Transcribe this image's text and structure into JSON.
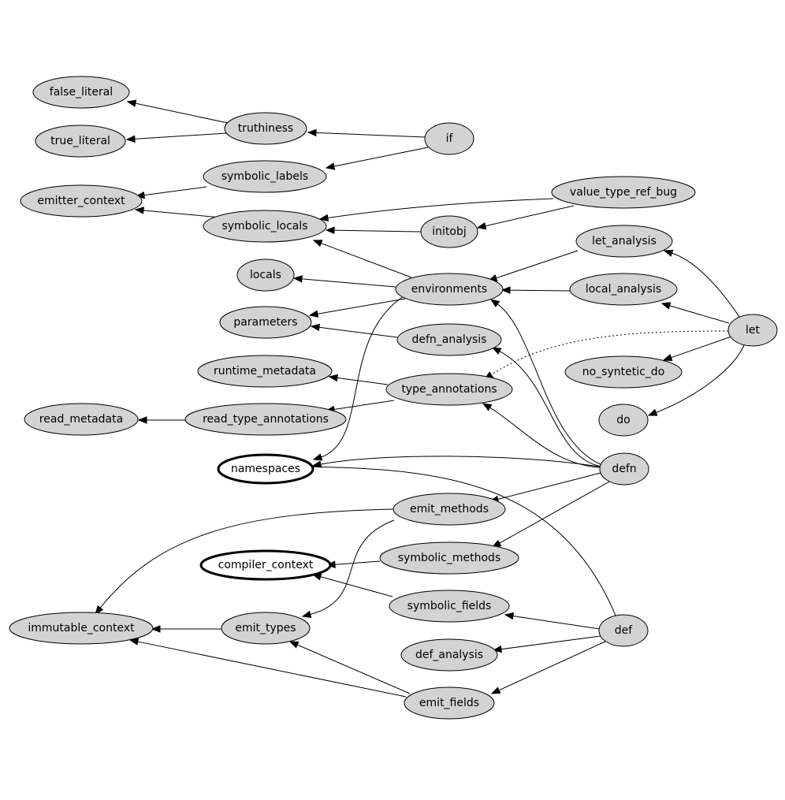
{
  "nodes": [
    {
      "id": "false_literal",
      "label": "false_literal",
      "style": "filled"
    },
    {
      "id": "true_literal",
      "label": "true_literal",
      "style": "filled"
    },
    {
      "id": "truthiness",
      "label": "truthiness",
      "style": "filled"
    },
    {
      "id": "if",
      "label": "if",
      "style": "filled"
    },
    {
      "id": "symbolic_labels",
      "label": "symbolic_labels",
      "style": "filled"
    },
    {
      "id": "emitter_context",
      "label": "emitter_context",
      "style": "filled"
    },
    {
      "id": "value_type_ref_bug",
      "label": "value_type_ref_bug",
      "style": "filled"
    },
    {
      "id": "symbolic_locals",
      "label": "symbolic_locals",
      "style": "filled"
    },
    {
      "id": "initobj",
      "label": "initobj",
      "style": "filled"
    },
    {
      "id": "let_analysis",
      "label": "let_analysis",
      "style": "filled"
    },
    {
      "id": "locals",
      "label": "locals",
      "style": "filled"
    },
    {
      "id": "environments",
      "label": "environments",
      "style": "filled"
    },
    {
      "id": "local_analysis",
      "label": "local_analysis",
      "style": "filled"
    },
    {
      "id": "parameters",
      "label": "parameters",
      "style": "filled"
    },
    {
      "id": "defn_analysis",
      "label": "defn_analysis",
      "style": "filled"
    },
    {
      "id": "let",
      "label": "let",
      "style": "filled"
    },
    {
      "id": "runtime_metadata",
      "label": "runtime_metadata",
      "style": "filled"
    },
    {
      "id": "type_annotations",
      "label": "type_annotations",
      "style": "filled"
    },
    {
      "id": "no_syntetic_do",
      "label": "no_syntetic_do",
      "style": "filled"
    },
    {
      "id": "read_metadata",
      "label": "read_metadata",
      "style": "filled"
    },
    {
      "id": "read_type_annotations",
      "label": "read_type_annotations",
      "style": "filled"
    },
    {
      "id": "do",
      "label": "do",
      "style": "filled"
    },
    {
      "id": "namespaces",
      "label": "namespaces",
      "style": "bold"
    },
    {
      "id": "defn",
      "label": "defn",
      "style": "filled"
    },
    {
      "id": "emit_methods",
      "label": "emit_methods",
      "style": "filled"
    },
    {
      "id": "compiler_context",
      "label": "compiler_context",
      "style": "bold"
    },
    {
      "id": "symbolic_methods",
      "label": "symbolic_methods",
      "style": "filled"
    },
    {
      "id": "symbolic_fields",
      "label": "symbolic_fields",
      "style": "filled"
    },
    {
      "id": "immutable_context",
      "label": "immutable_context",
      "style": "filled"
    },
    {
      "id": "emit_types",
      "label": "emit_types",
      "style": "filled"
    },
    {
      "id": "def",
      "label": "def",
      "style": "filled"
    },
    {
      "id": "def_analysis",
      "label": "def_analysis",
      "style": "filled"
    },
    {
      "id": "emit_fields",
      "label": "emit_fields",
      "style": "filled"
    }
  ],
  "edges": [
    {
      "from": "truthiness",
      "to": "false_literal",
      "style": "solid"
    },
    {
      "from": "truthiness",
      "to": "true_literal",
      "style": "solid"
    },
    {
      "from": "if",
      "to": "truthiness",
      "style": "solid"
    },
    {
      "from": "if",
      "to": "symbolic_labels",
      "style": "solid"
    },
    {
      "from": "symbolic_labels",
      "to": "emitter_context",
      "style": "solid"
    },
    {
      "from": "symbolic_locals",
      "to": "emitter_context",
      "style": "solid"
    },
    {
      "from": "value_type_ref_bug",
      "to": "symbolic_locals",
      "style": "solid"
    },
    {
      "from": "value_type_ref_bug",
      "to": "initobj",
      "style": "solid"
    },
    {
      "from": "initobj",
      "to": "symbolic_locals",
      "style": "solid"
    },
    {
      "from": "environments",
      "to": "symbolic_locals",
      "style": "solid"
    },
    {
      "from": "environments",
      "to": "locals",
      "style": "solid"
    },
    {
      "from": "environments",
      "to": "parameters",
      "style": "solid"
    },
    {
      "from": "environments",
      "to": "namespaces",
      "style": "solid"
    },
    {
      "from": "let_analysis",
      "to": "environments",
      "style": "solid"
    },
    {
      "from": "local_analysis",
      "to": "environments",
      "style": "solid"
    },
    {
      "from": "defn_analysis",
      "to": "parameters",
      "style": "solid"
    },
    {
      "from": "let",
      "to": "let_analysis",
      "style": "solid"
    },
    {
      "from": "let",
      "to": "local_analysis",
      "style": "solid"
    },
    {
      "from": "let",
      "to": "type_annotations",
      "style": "dotted"
    },
    {
      "from": "let",
      "to": "no_syntetic_do",
      "style": "solid"
    },
    {
      "from": "let",
      "to": "do",
      "style": "solid"
    },
    {
      "from": "type_annotations",
      "to": "runtime_metadata",
      "style": "solid"
    },
    {
      "from": "type_annotations",
      "to": "read_type_annotations",
      "style": "solid"
    },
    {
      "from": "read_type_annotations",
      "to": "read_metadata",
      "style": "solid"
    },
    {
      "from": "defn",
      "to": "environments",
      "style": "solid"
    },
    {
      "from": "defn",
      "to": "defn_analysis",
      "style": "solid"
    },
    {
      "from": "defn",
      "to": "type_annotations",
      "style": "solid"
    },
    {
      "from": "defn",
      "to": "namespaces",
      "style": "solid"
    },
    {
      "from": "defn",
      "to": "emit_methods",
      "style": "solid"
    },
    {
      "from": "defn",
      "to": "symbolic_methods",
      "style": "solid"
    },
    {
      "from": "def",
      "to": "namespaces",
      "style": "solid"
    },
    {
      "from": "def",
      "to": "symbolic_fields",
      "style": "solid"
    },
    {
      "from": "def",
      "to": "def_analysis",
      "style": "solid"
    },
    {
      "from": "def",
      "to": "emit_fields",
      "style": "solid"
    },
    {
      "from": "emit_methods",
      "to": "immutable_context",
      "style": "solid"
    },
    {
      "from": "emit_methods",
      "to": "emit_types",
      "style": "solid"
    },
    {
      "from": "symbolic_methods",
      "to": "compiler_context",
      "style": "solid"
    },
    {
      "from": "symbolic_fields",
      "to": "compiler_context",
      "style": "solid"
    },
    {
      "from": "emit_types",
      "to": "immutable_context",
      "style": "solid"
    },
    {
      "from": "emit_fields",
      "to": "emit_types",
      "style": "solid"
    },
    {
      "from": "emit_fields",
      "to": "immutable_context",
      "style": "solid"
    }
  ]
}
